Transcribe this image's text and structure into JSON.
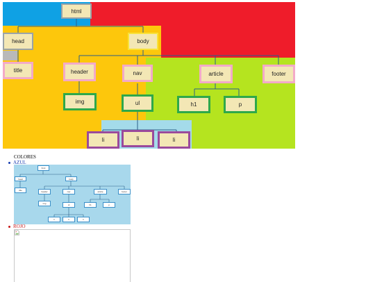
{
  "diagram": {
    "nodes": {
      "html": "html",
      "head": "head",
      "body": "body",
      "title": "title",
      "header": "header",
      "nav": "nav",
      "article": "article",
      "footer": "footer",
      "img": "img",
      "ul": "ul",
      "h1": "h1",
      "p": "p",
      "li_1": "li",
      "li_2": "li",
      "li_3": "li"
    },
    "region_colors": {
      "html": "#ef1c2a",
      "head": "#0fa1e4",
      "body": "#fdc70c",
      "nav": "#b5e41f",
      "ul": "#a4dbea",
      "title": "#b9b9b9"
    }
  },
  "legend": {
    "heading": "COLORES",
    "items": [
      {
        "label": "AZUL",
        "color": "#1a3fb0"
      },
      {
        "label": "ROJO",
        "color": "#c81818"
      }
    ]
  },
  "mini_diagram": {
    "nodes": {
      "html": "html",
      "head": "head",
      "body": "body",
      "title": "title",
      "header": "header",
      "nav": "nav",
      "article": "article",
      "footer": "footer",
      "img": "img",
      "ul": "ul",
      "h1": "h1",
      "p": "p",
      "li_1": "li",
      "li_2": "li",
      "li_3": "li"
    },
    "background": "#a8d8ec"
  }
}
